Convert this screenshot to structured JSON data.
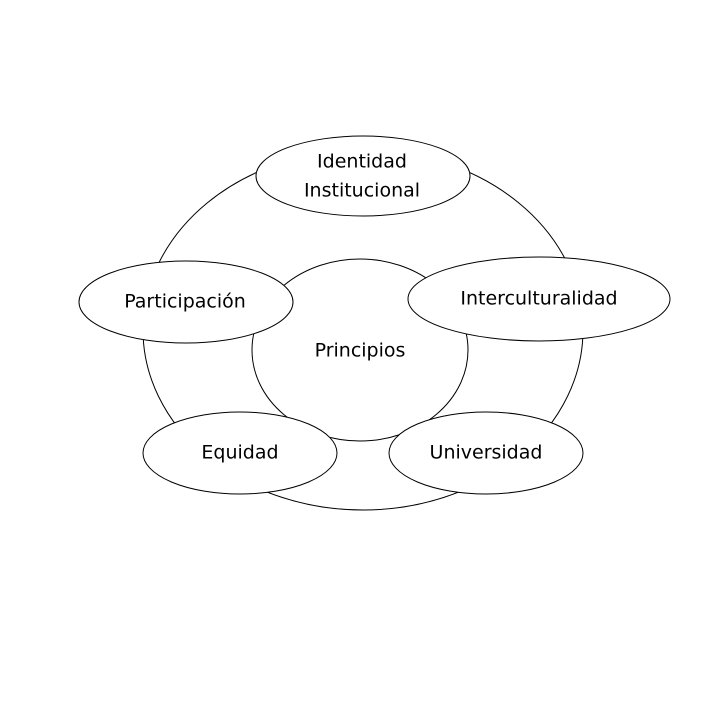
{
  "diagram": {
    "center": "Principios",
    "nodes": {
      "identidad_line1": "Identidad",
      "identidad_line2": "Institucional",
      "interculturalidad": "Interculturalidad",
      "universidad": "Universidad",
      "equidad": "Equidad",
      "participacion": "Participación"
    }
  }
}
